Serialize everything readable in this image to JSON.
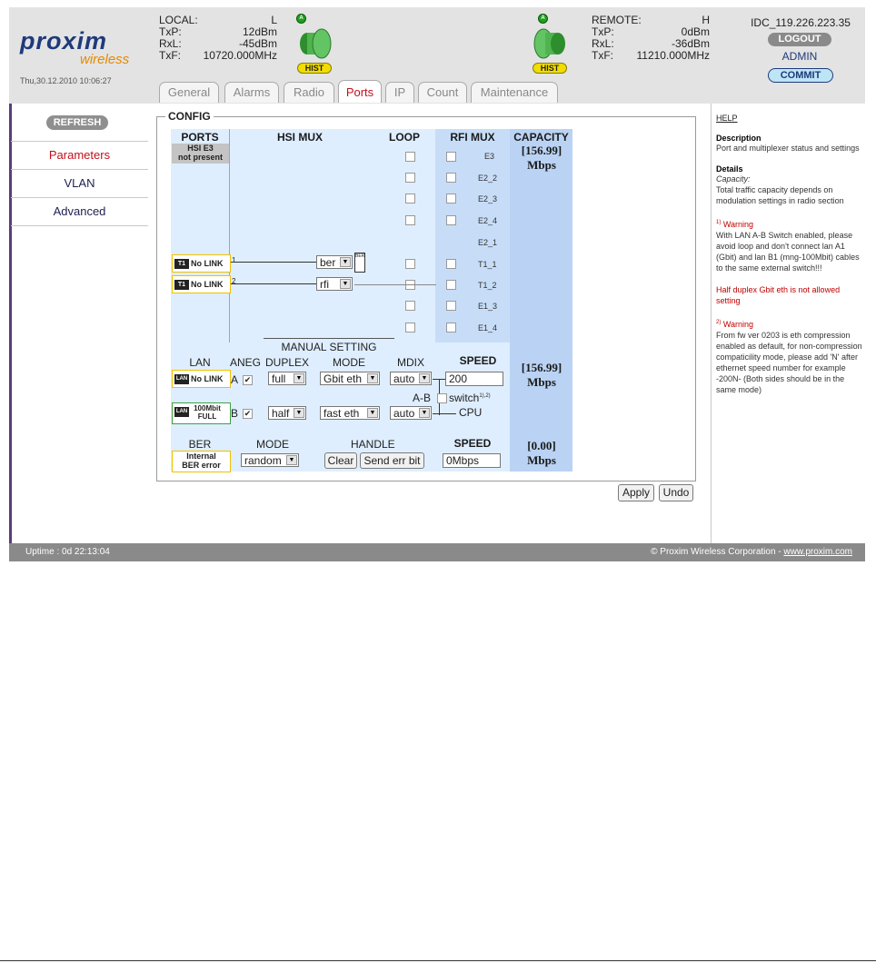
{
  "header": {
    "logo_main": "proxim",
    "logo_sub": "wireless",
    "datetime": "Thu,30.12.2010 10:06:27",
    "local": {
      "label": "LOCAL:",
      "value": "L",
      "txp_label": "TxP:",
      "txp": "12dBm",
      "rxl_label": "RxL:",
      "rxl": "-45dBm",
      "txf_label": "TxF:",
      "txf": "10720.000MHz"
    },
    "remote": {
      "label": "REMOTE:",
      "value": "H",
      "txp_label": "TxP:",
      "txp": "0dBm",
      "rxl_label": "RxL:",
      "rxl": "-36dBm",
      "txf_label": "TxF:",
      "txf": "11210.000MHz"
    },
    "hist_label": "HIST",
    "led_label": "A",
    "idc": "IDC_119.226.223.35",
    "logout": "LOGOUT",
    "user": "ADMIN",
    "commit": "COMMIT"
  },
  "tabs": [
    "General",
    "Alarms",
    "Radio",
    "Ports",
    "IP",
    "Count",
    "Maintenance"
  ],
  "active_tab": "Ports",
  "sidebar": {
    "refresh": "REFRESH",
    "items": [
      "Parameters",
      "VLAN",
      "Advanced"
    ]
  },
  "config": {
    "title": "CONFIG",
    "headers": {
      "ports": "PORTS",
      "hsi_mux": "HSI MUX",
      "loop": "LOOP",
      "rfi_mux": "RFI MUX",
      "capacity": "CAPACITY"
    },
    "hsi_e3": "HSI E3",
    "hsi_e3_status": "not present",
    "rfi_rows": [
      "E3",
      "E2_2",
      "E2_3",
      "E2_4",
      "E2_1",
      "T1_1",
      "T1_2",
      "E1_3",
      "E1_4"
    ],
    "t1_ports": [
      {
        "icon": "T1",
        "status": "No LINK",
        "num": "1",
        "mux": "ber"
      },
      {
        "icon": "T1",
        "status": "No LINK",
        "num": "2",
        "mux": "rfi"
      }
    ],
    "ber_tag": "BER",
    "capacity_top": {
      "value": "156.99",
      "unit": "Mbps"
    },
    "manual_setting": "MANUAL SETTING",
    "lan_headers": {
      "lan": "LAN",
      "aneg": "ANEG",
      "duplex": "DUPLEX",
      "mode": "MODE",
      "mdix": "MDIX",
      "speed": "SPEED"
    },
    "lan_rows": [
      {
        "icon": "LAN",
        "status": "No LINK",
        "port": "A",
        "duplex": "full",
        "mode": "Gbit eth",
        "mdix": "auto"
      },
      {
        "icon": "LAN",
        "status": "100Mbit FULL",
        "port": "B",
        "duplex": "half",
        "mode": "fast eth",
        "mdix": "auto"
      }
    ],
    "speed_value": "200",
    "ab_label": "A-B",
    "switch_label": "switch",
    "switch_sup": "1),2)",
    "cpu_label": "CPU",
    "capacity_mid": {
      "value": "156.99",
      "unit": "Mbps"
    },
    "ber_headers": {
      "ber": "BER",
      "mode": "MODE",
      "handle": "HANDLE",
      "speed": "SPEED"
    },
    "ber_status_1": "Internal",
    "ber_status_2": "BER error",
    "ber_mode": "random",
    "clear": "Clear",
    "send_err_bit": "Send err bit",
    "ber_speed": "0Mbps",
    "capacity_bottom": {
      "value": "0.00",
      "unit": "Mbps"
    }
  },
  "actions": {
    "apply": "Apply",
    "undo": "Undo"
  },
  "help": {
    "title": "HELP",
    "description_title": "Description",
    "description": "Port and multiplexer status and settings",
    "details_title": "Details",
    "capacity_label": "Capacity:",
    "capacity_text": "Total traffic capacity depends on modulation settings in radio section",
    "warning1_num": "1)",
    "warning1_title": "Warning",
    "warning1_text": "With LAN A-B Switch enabled, please avoid loop and don't connect lan A1 (Gbit) and lan B1 (mng-100Mbit) cables to the same external switch!!!",
    "half_duplex": "Half duplex Gbit eth is not allowed setting",
    "warning2_num": "2)",
    "warning2_title": "Warning",
    "warning2_text": "From fw ver 0203 is eth compression enabled as default, for non-compression compaticility mode, please add 'N' after ethernet speed number for example -200N- (Both sides should be in the same mode)"
  },
  "footer": {
    "uptime": "Uptime : 0d 22:13:04",
    "copyright": "© Proxim Wireless Corporation - ",
    "link": "www.proxim.com"
  }
}
